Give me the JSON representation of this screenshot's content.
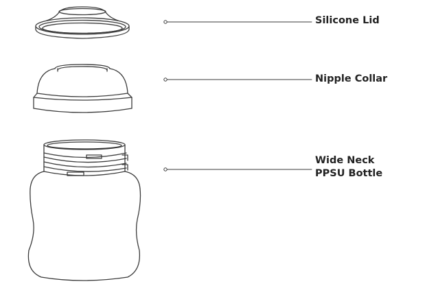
{
  "parts": [
    {
      "id": "lid",
      "lines": [
        "Silicone Lid"
      ]
    },
    {
      "id": "collar",
      "lines": [
        "Nipple Collar"
      ]
    },
    {
      "id": "bottle",
      "lines": [
        "Wide Neck",
        "PPSU Bottle"
      ]
    }
  ],
  "colors": {
    "stroke": "#3a3a3a",
    "text": "#222222",
    "background": "#ffffff"
  }
}
